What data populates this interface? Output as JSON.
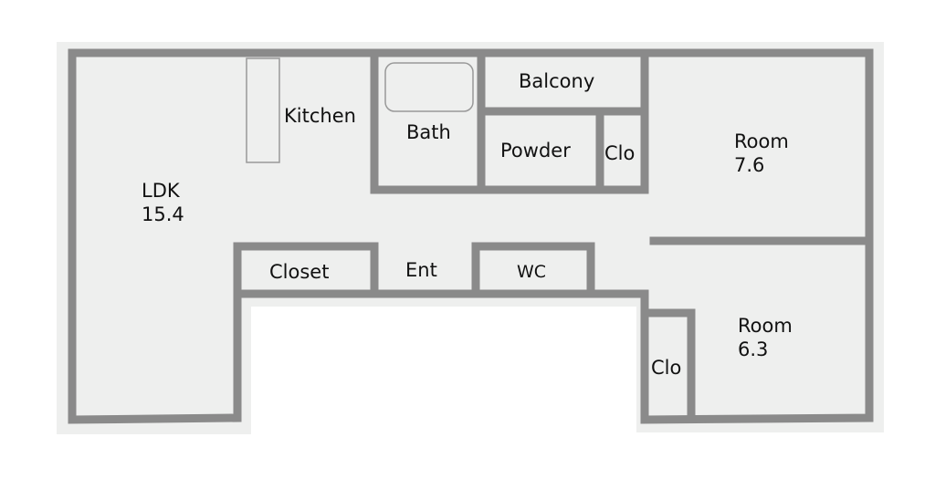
{
  "floorplan": {
    "rooms": [
      {
        "name": "LDK",
        "size": "15.4"
      },
      {
        "name": "Kitchen"
      },
      {
        "name": "Bath"
      },
      {
        "name": "Balcony"
      },
      {
        "name": "Powder"
      },
      {
        "name": "Clo"
      },
      {
        "name": "Room",
        "size": "7.6"
      },
      {
        "name": "Closet"
      },
      {
        "name": "Ent"
      },
      {
        "name": "WC"
      },
      {
        "name": "Room",
        "size": "6.3"
      },
      {
        "name": "Clo"
      }
    ]
  },
  "colors": {
    "wall": "#8a8a8a",
    "floor": "#eeefee",
    "fixture": "#999999"
  }
}
